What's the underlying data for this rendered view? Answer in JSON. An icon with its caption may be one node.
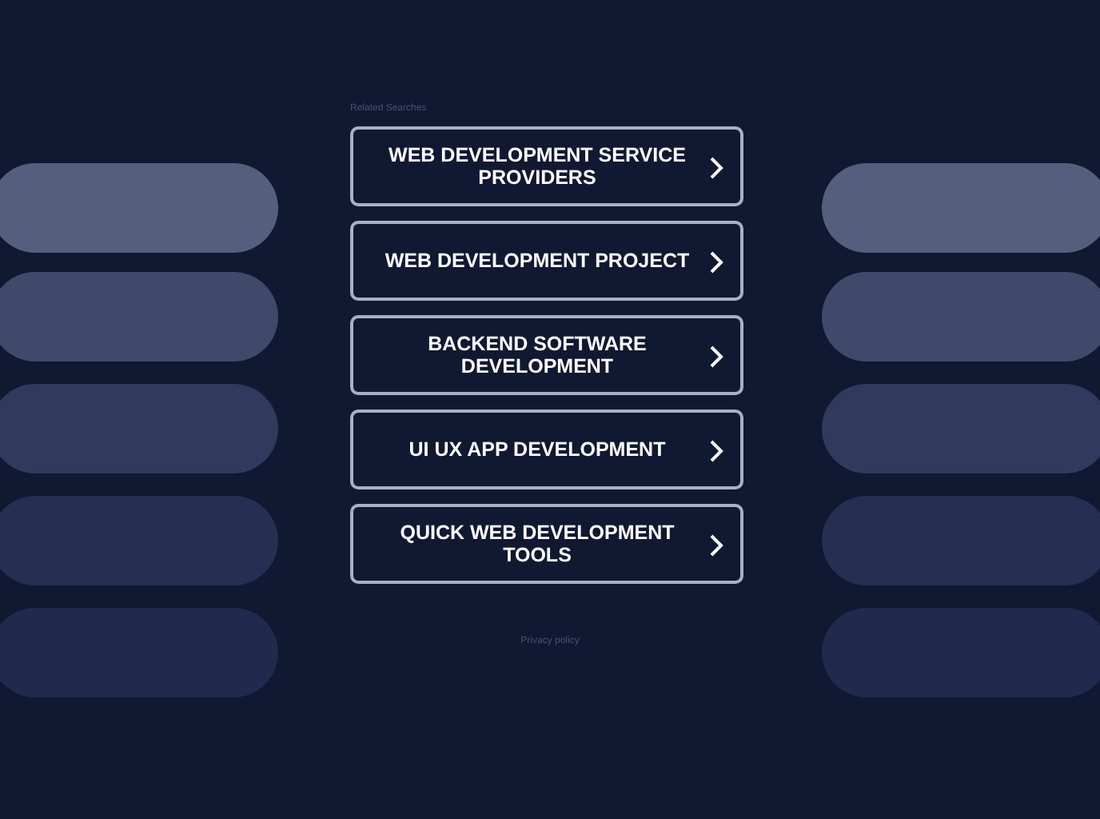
{
  "diagram": {
    "nodes": [
      {
        "text": [
          "WEB DEVELOPMENT SERVICE PROVIDERS"
        ]
      },
      {
        "text": [
          "WEB DEVELOPMENT PROJECT"
        ]
      },
      {
        "text": [
          "BACKEND SOFTWARE DEVELOPMENT"
        ]
      },
      {
        "text": [
          "UI UX APP DEVELOPMENT"
        ]
      },
      {
        "text": [
          "QUICK WEB DEVELOPMENT TOOLS"
        ]
      }
    ],
    "labels": [
      "Related Searches",
      "Privacy policy"
    ]
  }
}
